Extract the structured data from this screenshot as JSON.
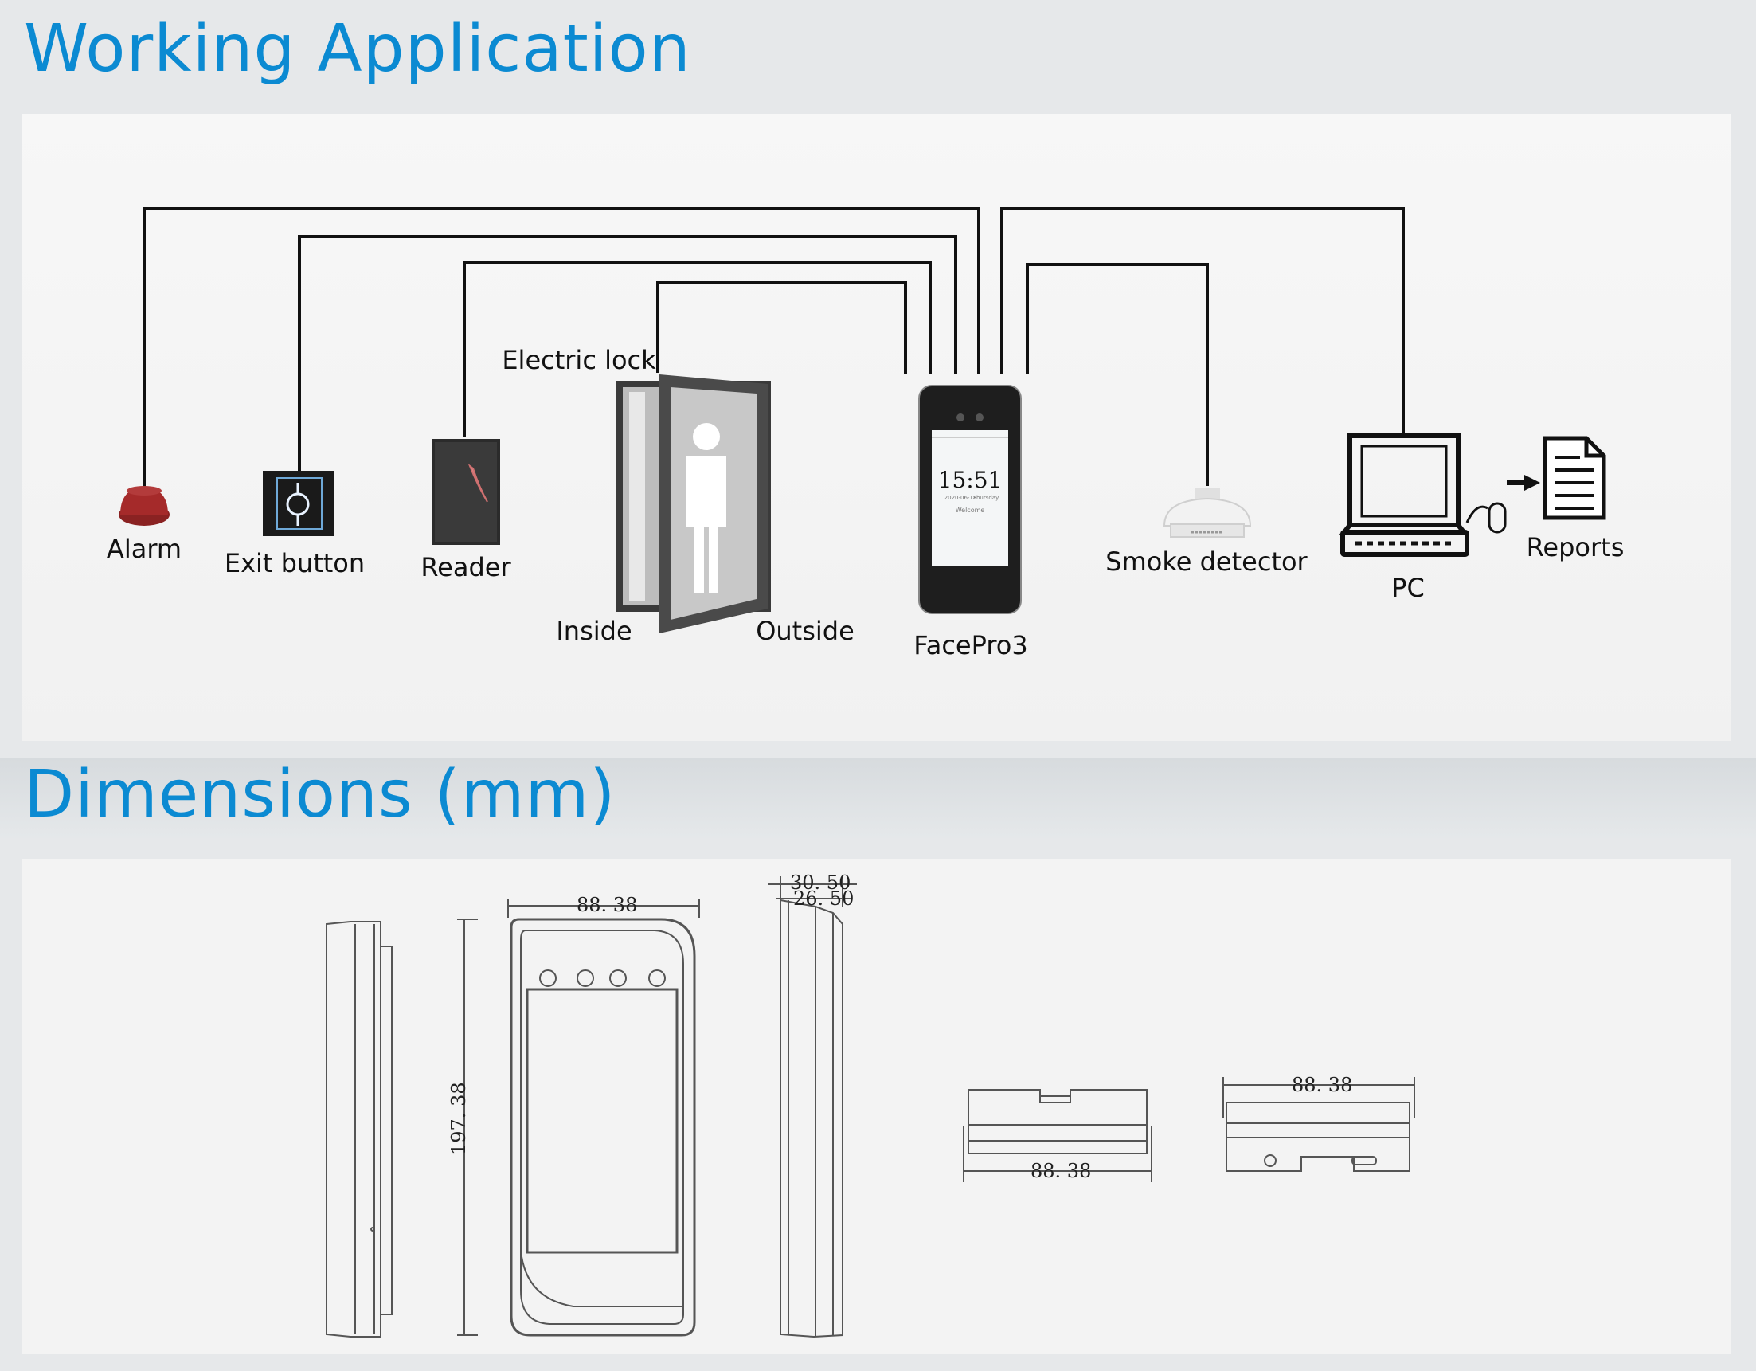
{
  "titles": {
    "working_application": "Working Application",
    "dimensions": "Dimensions (mm)"
  },
  "colors": {
    "title": "#0b8ad2",
    "wire": "#111111",
    "alarm": "#a52a2a"
  },
  "devices": {
    "alarm": "Alarm",
    "exit_button": "Exit button",
    "reader": "Reader",
    "electric_lock": "Electric lock",
    "inside": "Inside",
    "outside": "Outside",
    "facepro3": "FacePro3",
    "smoke_detector": "Smoke detector",
    "pc": "PC",
    "reports": "Reports"
  },
  "screen": {
    "time": "15:51",
    "date": "2020-06-18",
    "day": "Thursday",
    "welcome": "Welcome"
  },
  "dimensions": {
    "front_width": "88. 38",
    "height": "197. 38",
    "depth_total": "30. 50",
    "depth_body": "26. 50",
    "bottom_width": "88. 38",
    "top_width": "88. 38"
  }
}
